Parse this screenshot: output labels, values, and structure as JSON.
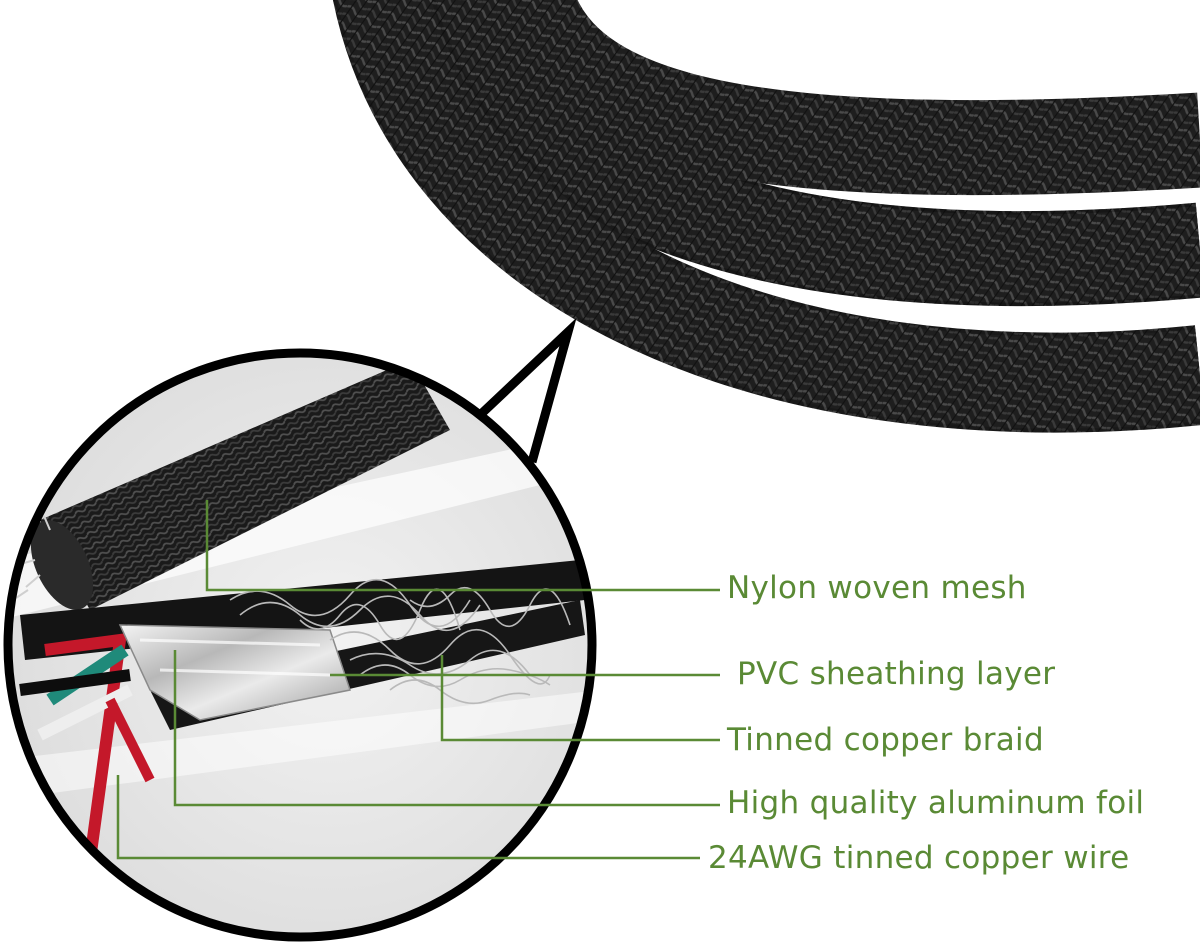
{
  "diagram": {
    "accent_color": "#5a8a35",
    "cable_color": "#1c1c1c",
    "callouts": [
      {
        "id": "nylon",
        "text": "Nylon woven mesh"
      },
      {
        "id": "pvc",
        "text": "PVC sheathing layer"
      },
      {
        "id": "braid",
        "text": "Tinned copper braid"
      },
      {
        "id": "foil",
        "text": "High quality aluminum foil"
      },
      {
        "id": "wire",
        "text": "24AWG tinned copper wire"
      }
    ]
  }
}
